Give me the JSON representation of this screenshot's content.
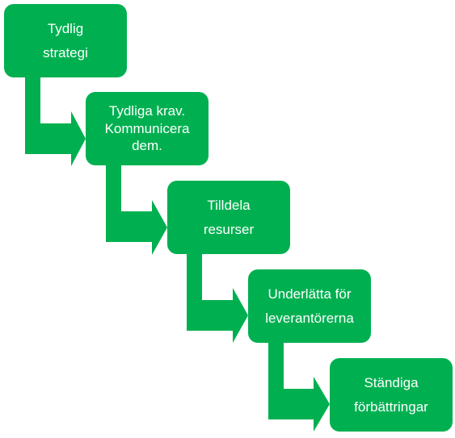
{
  "diagram": {
    "fill_color": "#00b050",
    "text_color": "#ffffff",
    "steps": [
      {
        "lines": [
          "Tydlig",
          "strategi"
        ]
      },
      {
        "lines": [
          "Tydliga krav.",
          "Kommunicera",
          "dem."
        ]
      },
      {
        "lines": [
          "Tilldela",
          "resurser"
        ]
      },
      {
        "lines": [
          "Underlätta för",
          "leverantörerna"
        ]
      },
      {
        "lines": [
          "Ständiga",
          "förbättringar"
        ]
      }
    ]
  }
}
